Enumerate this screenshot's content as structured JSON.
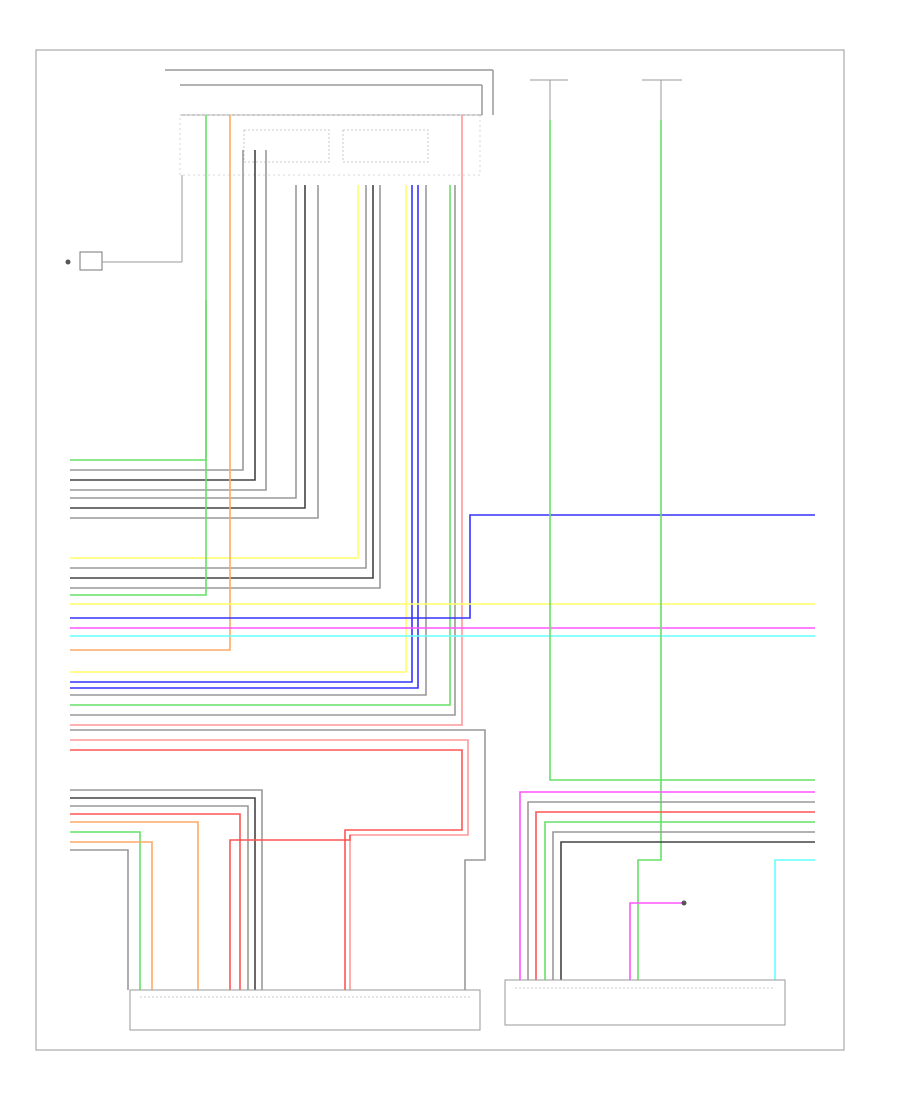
{
  "page": {
    "corner_code": ""
  },
  "diagram": {
    "wire_colors": {
      "black": "#444444",
      "gray": "#999999",
      "green": "#66e066",
      "yellow": "#ffff66",
      "blue": "#3333ff",
      "red": "#ff5555",
      "pink": "#ff9999",
      "orange": "#ffaa66",
      "magenta": "#ff55ff",
      "cyan": "#66ffff",
      "violet": "#9966ff"
    },
    "components": [
      {
        "id": "top-header-component",
        "label": ""
      },
      {
        "id": "front-sensor-component",
        "label": ""
      },
      {
        "id": "bottom-left-unit",
        "label": ""
      },
      {
        "id": "bottom-right-unit",
        "label": ""
      },
      {
        "id": "right-top-connector-a",
        "label": ""
      },
      {
        "id": "right-top-connector-b",
        "label": ""
      },
      {
        "id": "small-ground-component",
        "label": ""
      }
    ]
  }
}
